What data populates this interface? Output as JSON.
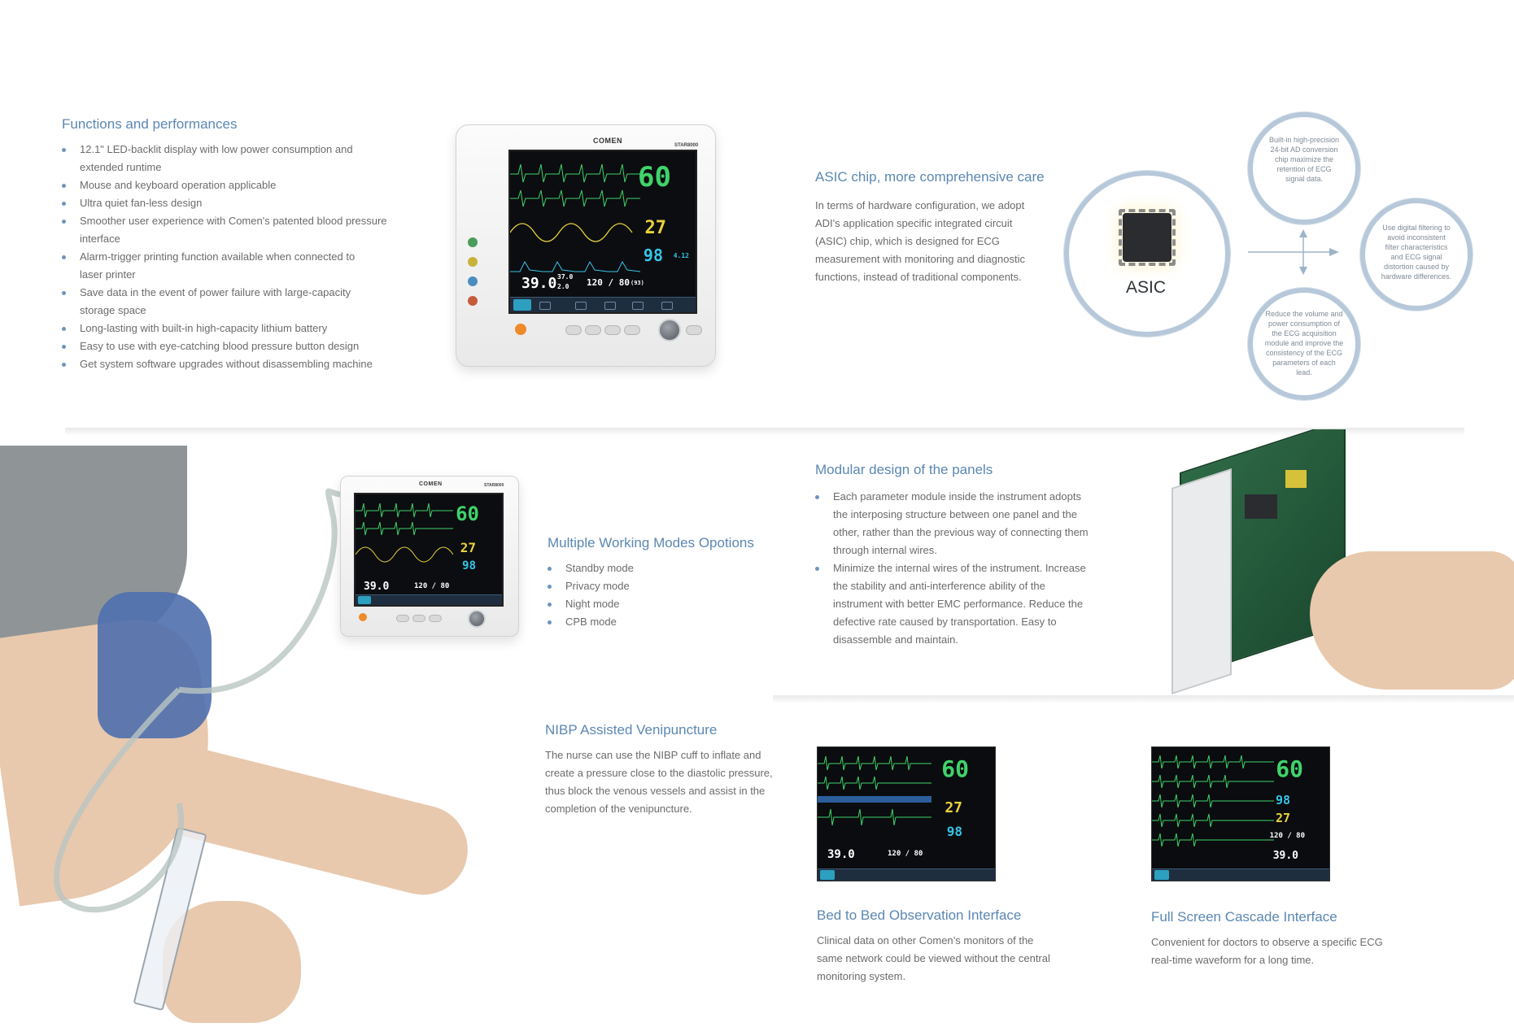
{
  "functions": {
    "title": "Functions and performances",
    "items": [
      "12.1\" LED-backlit display with low power consumption and extended runtime",
      "Mouse and keyboard operation applicable",
      "Ultra quiet fan-less design",
      "Smoother user experience with Comen's patented blood pressure interface",
      "Alarm-trigger printing function available when connected to laser printer",
      "Save data in the event of power failure with large-capacity storage space",
      "Long-lasting with built-in high-capacity lithium battery",
      "Easy to use with eye-catching blood pressure button design",
      "Get system software upgrades without disassembling machine"
    ]
  },
  "monitor": {
    "brand": "COMEN",
    "model": "STAR8000",
    "hr": "60",
    "rr": "27",
    "spo2": "98",
    "pi": "4.12",
    "temp": "39.0",
    "t1": "37.0",
    "t2": "2.0",
    "nibp": "120 / 80",
    "map": "(93)"
  },
  "asic": {
    "title": "ASIC chip, more comprehensive care",
    "body": "In terms of hardware configuration, we adopt ADI's application specific integrated circuit (ASIC) chip, which is designed for ECG measurement with monitoring and diagnostic functions, instead of traditional components.",
    "chip_label": "ASIC",
    "benefit_top": "Built-in high-precision 24-bit AD conversion chip maximize the retention of ECG signal data.",
    "benefit_right": "Use digital filtering to avoid inconsistent filter characteristics and ECG signal distortion caused by hardware differences.",
    "benefit_bottom": "Reduce the volume and power consumption of the ECG acquisition module and improve the consistency of the ECG parameters of each lead."
  },
  "modes": {
    "title": "Multiple Working Modes Opotions",
    "items": [
      "Standby mode",
      "Privacy mode",
      "Night mode",
      "CPB mode"
    ]
  },
  "modular": {
    "title": "Modular design of the panels",
    "items": [
      "Each parameter module inside the instrument adopts the interposing structure between one panel and the other, rather than the previous way of connecting them through internal wires.",
      "Minimize the internal wires of the instrument. Increase the stability and anti-interference ability of the instrument with better EMC performance. Reduce the defective rate caused by transportation. Easy to disassemble and maintain."
    ]
  },
  "nibp": {
    "title": "NIBP Assisted Venipuncture",
    "body": "The nurse can use the NIBP cuff to inflate and create a pressure close to the diastolic pressure, thus block the venous vessels and assist in the completion of the venipuncture."
  },
  "bed": {
    "title": "Bed to Bed Observation Interface",
    "body": "Clinical data on other Comen’s monitors of the same network could be viewed without the central monitoring system."
  },
  "cascade": {
    "title": "Full Screen Cascade Interface",
    "body": "Convenient for doctors to observe a specific ECG real-time waveform for a long time."
  },
  "colors": {
    "heading": "#5b87b3",
    "text": "#6b6b6b",
    "ecg": "#3fd36a",
    "resp": "#e8d23a",
    "spo2": "#35c4e6"
  }
}
